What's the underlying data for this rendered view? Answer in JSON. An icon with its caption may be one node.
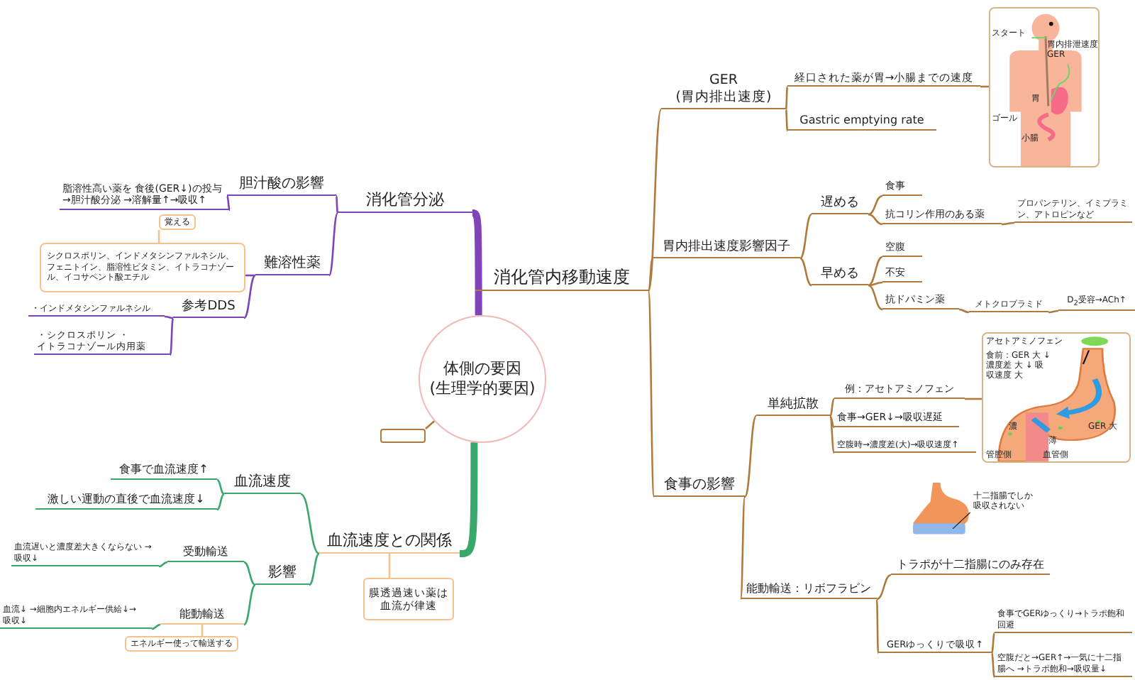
{
  "diagram": {
    "nodes": [
      {
        "text": [
          "体側の要因 (生理学的要因)"
        ]
      },
      {
        "text": [
          "消化管内移動速度"
        ]
      },
      {
        "text": [
          "GER (胃内排出速度)"
        ]
      },
      {
        "text": [
          "経口された薬が胃→小腸までの速度"
        ]
      },
      {
        "text": [
          "Gastric emptying rate"
        ]
      },
      {
        "text": [
          "スタート",
          "胃内排泄速度 GER",
          "胃",
          "ゴール",
          "小腸"
        ]
      },
      {
        "text": [
          "胃内排出速度影響因子"
        ]
      },
      {
        "text": [
          "遅める"
        ]
      },
      {
        "text": [
          "食事"
        ]
      },
      {
        "text": [
          "抗コリン作用のある薬"
        ]
      },
      {
        "text": [
          "プロパンテリン、イミプラミン、アトロピンなど"
        ]
      },
      {
        "text": [
          "早める"
        ]
      },
      {
        "text": [
          "空腹"
        ]
      },
      {
        "text": [
          "不安"
        ]
      },
      {
        "text": [
          "抗ドパミン薬"
        ]
      },
      {
        "text": [
          "メトクロプラミド"
        ]
      },
      {
        "text": [
          "D$_{2}$受容→ACh↑"
        ]
      },
      {
        "text": [
          "食事の影響"
        ]
      },
      {
        "text": [
          "単純拡散"
        ]
      },
      {
        "text": [
          "例：アセトアミノフェン"
        ]
      },
      {
        "text": [
          "食事→GER↓→吸収遅延"
        ]
      },
      {
        "text": [
          "空腹時→濃度差(大)→吸収速度↑"
        ]
      },
      {
        "text": [
          "アセトアミノフェン",
          "食前：GER 大 ↓ 濃度差 大 ↓ 吸収速度 大",
          "GER 大",
          "濃",
          "薄",
          "管腔側",
          "血管側"
        ]
      },
      {
        "text": [
          "能動輸送：リボフラビン"
        ]
      },
      {
        "text": [
          "トラポが十二指腸にのみ存在"
        ]
      },
      {
        "text": [
          "十二指腸でしか吸収されない"
        ]
      },
      {
        "text": [
          "GERゆっくりで吸収↑"
        ]
      },
      {
        "text": [
          "食事でGERゆっくり→トラポ飽和回避"
        ]
      },
      {
        "text": [
          "空腹だと→GER↑→一気に十二指腸へ →トラポ飽和→吸収量↓"
        ]
      },
      {
        "text": [
          "消化管分泌"
        ]
      },
      {
        "text": [
          "胆汁酸の影響"
        ]
      },
      {
        "text": [
          "脂溶性高い薬を 食後(GER↓)の投与→胆汁酸分泌 →溶解量↑→吸収↑"
        ]
      },
      {
        "text": [
          "難溶性薬"
        ]
      },
      {
        "text": [
          "シクロスポリン、インドメタシンファルネシル、フェニトイン、脂溶性ビタミン、イトラコナゾール、イコサペント酸エチル"
        ]
      },
      {
        "text": [
          "覚える"
        ]
      },
      {
        "text": [
          "参考DDS"
        ]
      },
      {
        "text": [
          "・インドメタシンファルネシル"
        ]
      },
      {
        "text": [
          "・シクロスポリン ・イトラコナゾール内用薬"
        ]
      },
      {
        "text": [
          "血流速度との関係"
        ]
      },
      {
        "text": [
          "血流速度"
        ]
      },
      {
        "text": [
          "食事で血流速度↑"
        ]
      },
      {
        "text": [
          "激しい運動の直後で血流速度↓"
        ]
      },
      {
        "text": [
          "影響"
        ]
      },
      {
        "text": [
          "受動輸送"
        ]
      },
      {
        "text": [
          "血流遅いと濃度差大きくならない →吸収↓"
        ]
      },
      {
        "text": [
          "能動輸送"
        ]
      },
      {
        "text": [
          "血流↓ →細胞内エネルギー供給↓→吸収↓"
        ]
      },
      {
        "text": [
          "エネルギー使って輸送する"
        ]
      },
      {
        "text": [
          "膜透過速い薬は血流が律速"
        ]
      },
      {
        "text": [],
        "shape": "box"
      }
    ],
    "edges": [
      {
        "from": 0,
        "to": 1,
        "arrow": "none"
      },
      {
        "from": 1,
        "to": 2,
        "arrow": "none"
      },
      {
        "from": 2,
        "to": 3,
        "arrow": "none"
      },
      {
        "from": 2,
        "to": 4,
        "arrow": "none"
      },
      {
        "from": 3,
        "to": 5,
        "arrow": "none"
      },
      {
        "from": 1,
        "to": 6,
        "arrow": "none"
      },
      {
        "from": 6,
        "to": 7,
        "arrow": "none"
      },
      {
        "from": 7,
        "to": 8,
        "arrow": "none"
      },
      {
        "from": 7,
        "to": 9,
        "arrow": "none"
      },
      {
        "from": 9,
        "to": 10,
        "arrow": "none"
      },
      {
        "from": 6,
        "to": 11,
        "arrow": "none"
      },
      {
        "from": 11,
        "to": 12,
        "arrow": "none"
      },
      {
        "from": 11,
        "to": 13,
        "arrow": "none"
      },
      {
        "from": 11,
        "to": 14,
        "arrow": "none"
      },
      {
        "from": 14,
        "to": 15,
        "arrow": "none"
      },
      {
        "from": 15,
        "to": 16,
        "arrow": "none"
      },
      {
        "from": 1,
        "to": 17,
        "arrow": "none"
      },
      {
        "from": 17,
        "to": 18,
        "arrow": "none"
      },
      {
        "from": 18,
        "to": 19,
        "arrow": "none"
      },
      {
        "from": 18,
        "to": 20,
        "arrow": "none"
      },
      {
        "from": 18,
        "to": 21,
        "arrow": "none"
      },
      {
        "from": 19,
        "to": 22,
        "arrow": "none"
      },
      {
        "from": 17,
        "to": 23,
        "arrow": "none"
      },
      {
        "from": 23,
        "to": 24,
        "arrow": "none"
      },
      {
        "from": 23,
        "to": 26,
        "arrow": "none"
      },
      {
        "from": 26,
        "to": 27,
        "arrow": "none"
      },
      {
        "from": 26,
        "to": 28,
        "arrow": "none"
      },
      {
        "from": 0,
        "to": 29,
        "arrow": "none",
        "style": "thick",
        "color": "#7e44b8"
      },
      {
        "from": 29,
        "to": 30,
        "arrow": "none",
        "color": "#7e44b8"
      },
      {
        "from": 30,
        "to": 31,
        "arrow": "none",
        "color": "#7e44b8"
      },
      {
        "from": 29,
        "to": 32,
        "arrow": "none",
        "color": "#7e44b8"
      },
      {
        "from": 32,
        "to": 33,
        "arrow": "none",
        "color": "#7e44b8"
      },
      {
        "from": 32,
        "to": 35,
        "arrow": "none",
        "color": "#7e44b8"
      },
      {
        "from": 35,
        "to": 36,
        "arrow": "none",
        "color": "#7e44b8"
      },
      {
        "from": 35,
        "to": 37,
        "arrow": "none",
        "color": "#7e44b8"
      },
      {
        "from": 0,
        "to": 38,
        "arrow": "none",
        "style": "thick",
        "color": "#3aa86b"
      },
      {
        "from": 38,
        "to": 39,
        "arrow": "none",
        "color": "#3aa86b"
      },
      {
        "from": 39,
        "to": 40,
        "arrow": "none",
        "color": "#3aa86b"
      },
      {
        "from": 39,
        "to": 41,
        "arrow": "none",
        "color": "#3aa86b"
      },
      {
        "from": 38,
        "to": 42,
        "arrow": "none",
        "color": "#3aa86b"
      },
      {
        "from": 42,
        "to": 43,
        "arrow": "none",
        "color": "#3aa86b"
      },
      {
        "from": 43,
        "to": 44,
        "arrow": "none",
        "color": "#3aa86b"
      },
      {
        "from": 42,
        "to": 45,
        "arrow": "none",
        "color": "#3aa86b"
      },
      {
        "from": 45,
        "to": 46,
        "arrow": "none",
        "color": "#3aa86b"
      },
      {
        "from": 34,
        "to": 33,
        "arrow": "none",
        "color": "#f6c28b"
      },
      {
        "from": 47,
        "to": 45,
        "arrow": "none",
        "color": "#f6c28b"
      },
      {
        "from": 48,
        "to": 38,
        "arrow": "none",
        "color": "#f6c28b"
      },
      {
        "from": 49,
        "to": 0,
        "arrow": "none"
      }
    ]
  }
}
